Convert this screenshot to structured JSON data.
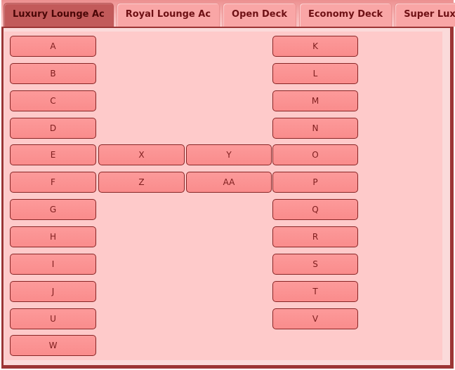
{
  "tabs": [
    {
      "id": "luxury-lounge-ac",
      "label": "Luxury Lounge Ac",
      "active": true
    },
    {
      "id": "royal-lounge-ac",
      "label": "Royal Lounge Ac",
      "active": false
    },
    {
      "id": "open-deck",
      "label": "Open Deck",
      "active": false
    },
    {
      "id": "economy-deck",
      "label": "Economy Deck",
      "active": false
    },
    {
      "id": "super-luxury-ac",
      "label": "Super Luxury Ac",
      "active": false
    }
  ],
  "seat_panel": {
    "buttons": [
      {
        "label": "A",
        "col": 0,
        "row": 0
      },
      {
        "label": "K",
        "col": 3,
        "row": 0
      },
      {
        "label": "B",
        "col": 0,
        "row": 1
      },
      {
        "label": "L",
        "col": 3,
        "row": 1
      },
      {
        "label": "C",
        "col": 0,
        "row": 2
      },
      {
        "label": "M",
        "col": 3,
        "row": 2
      },
      {
        "label": "D",
        "col": 0,
        "row": 3
      },
      {
        "label": "N",
        "col": 3,
        "row": 3
      },
      {
        "label": "E",
        "col": 0,
        "row": 4
      },
      {
        "label": "X",
        "col": 1,
        "row": 4
      },
      {
        "label": "Y",
        "col": 2,
        "row": 4
      },
      {
        "label": "O",
        "col": 3,
        "row": 4
      },
      {
        "label": "F",
        "col": 0,
        "row": 5
      },
      {
        "label": "Z",
        "col": 1,
        "row": 5
      },
      {
        "label": "AA",
        "col": 2,
        "row": 5
      },
      {
        "label": "P",
        "col": 3,
        "row": 5
      },
      {
        "label": "G",
        "col": 0,
        "row": 6
      },
      {
        "label": "Q",
        "col": 3,
        "row": 6
      },
      {
        "label": "H",
        "col": 0,
        "row": 7
      },
      {
        "label": "R",
        "col": 3,
        "row": 7
      },
      {
        "label": "I",
        "col": 0,
        "row": 8
      },
      {
        "label": "S",
        "col": 3,
        "row": 8
      },
      {
        "label": "J",
        "col": 0,
        "row": 9
      },
      {
        "label": "T",
        "col": 3,
        "row": 9
      },
      {
        "label": "U",
        "col": 0,
        "row": 10
      },
      {
        "label": "V",
        "col": 3,
        "row": 10
      },
      {
        "label": "W",
        "col": 0,
        "row": 11
      }
    ]
  },
  "colors": {
    "header_grad_top": "#ec9090",
    "header_grad_mid": "#f6b2b2",
    "header_grad_bottom": "#f9c6c6",
    "tab_bg": "#f9a6a6",
    "tab_border": "#ea9191",
    "tab_text": "#6e1014",
    "tab_active_bg": "#c25a5a",
    "tab_active_border": "#b95353",
    "tab_active_text": "#4a0606",
    "frame_border": "#9c3535",
    "content_bg": "#fbdada",
    "panel_bg": "#fecaca",
    "seat_bg_top": "#fc9a9a",
    "seat_bg_bottom": "#fa8c8c",
    "seat_border": "#872525",
    "seat_text": "#7d1d1d"
  }
}
